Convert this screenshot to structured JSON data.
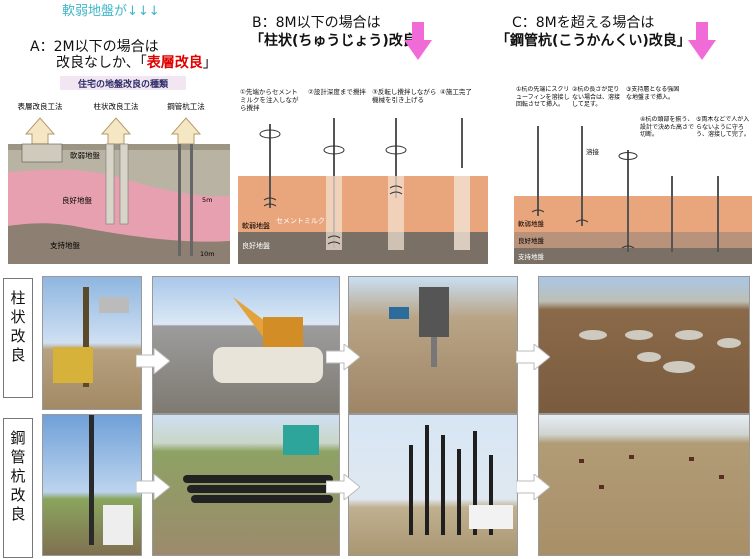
{
  "top_note": "軟弱地盤が↓↓↓",
  "section_a": {
    "line1": "A：2M以下の場合は",
    "line2_prefix": "改良なしか、「",
    "line2_red": "表層改良",
    "line2_suffix": "」",
    "diagram_title": "住宅の地盤改良の種類",
    "methods": [
      "表層改良工法",
      "柱状改良工法",
      "鋼管杭工法"
    ],
    "layers": [
      "軟弱地盤",
      "良好地盤",
      "支持地盤"
    ],
    "depth_labels": [
      "5m",
      "10m"
    ]
  },
  "section_b": {
    "line1": "B：8M以下の場合は",
    "line2_prefix": "「柱状(ちゅうじょう)",
    "line2_suffix": "改良」",
    "steps": [
      "①先端からセメントミルクを注入しながら攪拌",
      "②設計深度まで攪拌",
      "③反転し攪拌しながら機械を引き上げる",
      "④施工完了"
    ],
    "labels": [
      "セメントミルク",
      "軟弱地盤",
      "良好地盤"
    ]
  },
  "section_c": {
    "line1": "C：8Mを超える場合は",
    "line2": "「鋼管杭(こうかんくい)改良」",
    "steps": [
      "①杭の先端にスクリューフィンを溶接し回転させて挿入。",
      "②杭の長さが足りない場合は、溶接して足す。",
      "③支持層となる強固な地盤まで挿入。",
      "④杭の頭部を揃う、設計で決めた高さで切断。",
      "⑤両木などで人が入らないように守ろう、溶接して完了。"
    ],
    "labels": [
      "溶接",
      "軟弱地盤",
      "良好地盤",
      "支持地盤"
    ]
  },
  "rows": [
    {
      "label": "柱状改良",
      "photos": [
        "drilling rig on site",
        "cement bags and excavator",
        "auger boring close-up",
        "finished column heads"
      ]
    },
    {
      "label": "鋼管杭改良",
      "photos": [
        "pile driver with steel pipe",
        "stack of steel pipes",
        "steel piles standing",
        "finished ground"
      ]
    }
  ],
  "colors": {
    "pink_arrow": "#f06ad8",
    "soft_clay": "#e9a57b",
    "good_soil": "#e59aa9",
    "support": "#7b7065"
  }
}
